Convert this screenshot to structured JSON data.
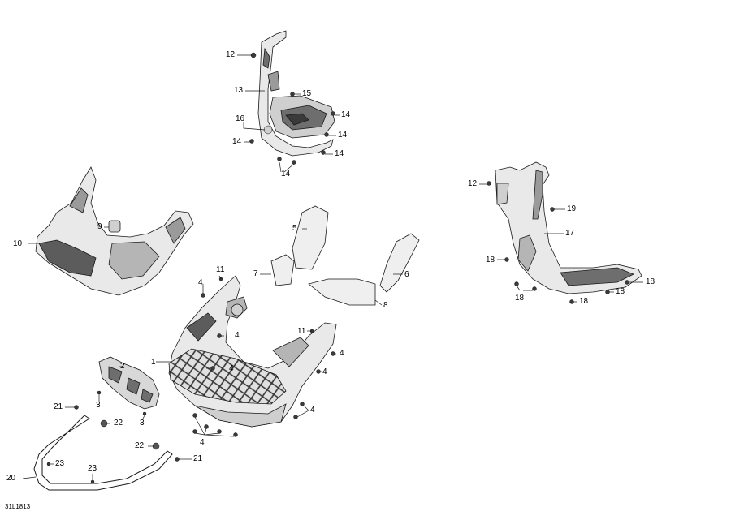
{
  "diagram": {
    "reference": "31L1813",
    "callouts": [
      "1",
      "2",
      "3",
      "3",
      "4",
      "4",
      "4",
      "4",
      "4",
      "4",
      "4",
      "5",
      "6",
      "7",
      "8",
      "9",
      "10",
      "11",
      "11",
      "12",
      "12",
      "13",
      "14",
      "14",
      "14",
      "14",
      "14",
      "15",
      "16",
      "17",
      "18",
      "18",
      "18",
      "18",
      "19",
      "20",
      "21",
      "21",
      "22",
      "22",
      "23",
      "23"
    ]
  },
  "colors": {
    "line": "#1a1a1a",
    "part_fill": "#e9e9e9",
    "part_dark": "#6e6e6e",
    "part_mid": "#b5b5b5"
  }
}
